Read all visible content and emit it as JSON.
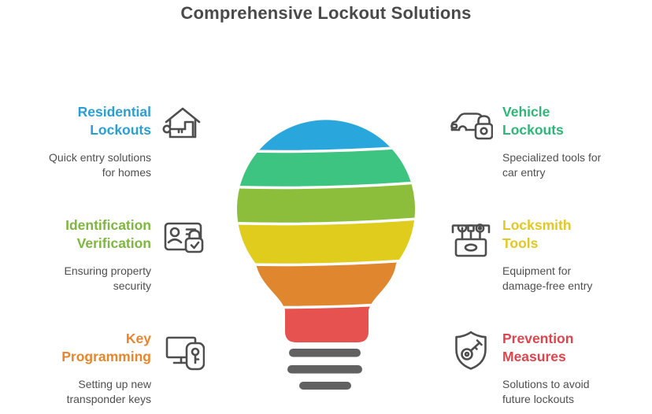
{
  "page_title": "Comprehensive Lockout Solutions",
  "items": {
    "left": [
      {
        "title": "Residential Lockouts",
        "title_lines": [
          "Residential",
          "Lockouts"
        ],
        "description": "Quick entry solutions for homes",
        "description_lines": [
          "Quick entry solutions",
          "for homes"
        ],
        "color": "#2B9FD3",
        "icon": "house-key-icon"
      },
      {
        "title": "Identification Verification",
        "title_lines": [
          "Identification",
          "Verification"
        ],
        "description": "Ensuring property security",
        "description_lines": [
          "Ensuring property",
          "security"
        ],
        "color": "#7EB73D",
        "icon": "id-card-lock-icon"
      },
      {
        "title": "Key Programming",
        "title_lines": [
          "Key",
          "Programming"
        ],
        "description": "Setting up new transponder keys",
        "description_lines": [
          "Setting up new",
          "transponder keys"
        ],
        "color": "#E6862D",
        "icon": "computer-key-icon"
      }
    ],
    "right": [
      {
        "title": "Vehicle Lockouts",
        "title_lines": [
          "Vehicle",
          "Lockouts"
        ],
        "description": "Specialized tools for car entry",
        "description_lines": [
          "Specialized tools for",
          "car entry"
        ],
        "color": "#2EB679",
        "icon": "car-lock-icon"
      },
      {
        "title": "Locksmith Tools",
        "title_lines": [
          "Locksmith",
          "Tools"
        ],
        "description": "Equipment for damage-free entry",
        "description_lines": [
          "Equipment for",
          "damage-free entry"
        ],
        "color": "#E4C725",
        "icon": "toolbox-icon"
      },
      {
        "title": "Prevention Measures",
        "title_lines": [
          "Prevention",
          "Measures"
        ],
        "description": "Solutions to avoid future lockouts",
        "description_lines": [
          "Solutions to avoid",
          "future lockouts"
        ],
        "color": "#E0454E",
        "icon": "shield-key-icon"
      }
    ]
  },
  "bulb": {
    "bands": [
      {
        "label": "blue",
        "color": "#29A6DB"
      },
      {
        "label": "green",
        "color": "#3EC481"
      },
      {
        "label": "olive-green",
        "color": "#8CBD3B"
      },
      {
        "label": "yellow",
        "color": "#E0CC1D"
      },
      {
        "label": "orange",
        "color": "#E0862F"
      },
      {
        "label": "red",
        "color": "#E5524F"
      }
    ],
    "base_bar_color": "#616161"
  }
}
